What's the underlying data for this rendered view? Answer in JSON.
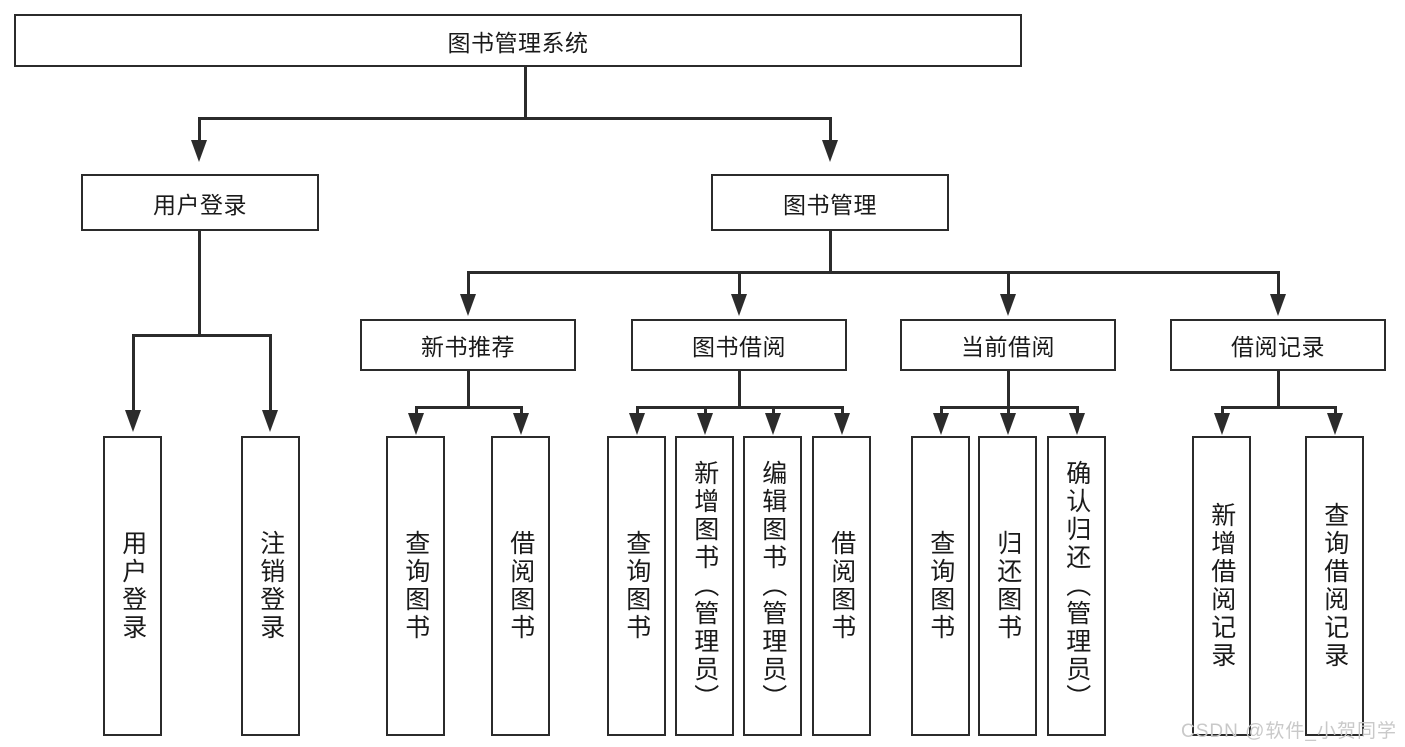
{
  "diagram": {
    "type": "tree-hierarchy",
    "title": "图书管理系统",
    "root": {
      "label": "图书管理系统"
    },
    "level1": [
      {
        "id": "user-login",
        "label": "用户登录"
      },
      {
        "id": "book-management",
        "label": "图书管理"
      }
    ],
    "level2": [
      {
        "id": "new-book-recommend",
        "label": "新书推荐",
        "parent": "book-management"
      },
      {
        "id": "book-borrow",
        "label": "图书借阅",
        "parent": "book-management"
      },
      {
        "id": "current-borrow",
        "label": "当前借阅",
        "parent": "book-management"
      },
      {
        "id": "borrow-record",
        "label": "借阅记录",
        "parent": "book-management"
      }
    ],
    "leaves": [
      {
        "id": "leaf-user-login",
        "label": "用户登录",
        "parent": "user-login"
      },
      {
        "id": "leaf-logout-login",
        "label": "注销登录",
        "parent": "user-login"
      },
      {
        "id": "leaf-query-book-1",
        "label": "查询图书",
        "parent": "new-book-recommend"
      },
      {
        "id": "leaf-borrow-book-1",
        "label": "借阅图书",
        "parent": "new-book-recommend"
      },
      {
        "id": "leaf-query-book-2",
        "label": "查询图书",
        "parent": "book-borrow"
      },
      {
        "id": "leaf-add-book",
        "label": "新增图书（管理员）",
        "parent": "book-borrow"
      },
      {
        "id": "leaf-edit-book",
        "label": "编辑图书（管理员）",
        "parent": "book-borrow"
      },
      {
        "id": "leaf-borrow-book-2",
        "label": "借阅图书",
        "parent": "book-borrow"
      },
      {
        "id": "leaf-query-book-3",
        "label": "查询图书",
        "parent": "current-borrow"
      },
      {
        "id": "leaf-return-book",
        "label": "归还图书",
        "parent": "current-borrow"
      },
      {
        "id": "leaf-confirm-return",
        "label": "确认归还（管理员）",
        "parent": "current-borrow"
      },
      {
        "id": "leaf-add-borrow-record",
        "label": "新增借阅记录",
        "parent": "borrow-record"
      },
      {
        "id": "leaf-query-borrow-record",
        "label": "查询借阅记录",
        "parent": "borrow-record"
      }
    ],
    "colors": {
      "stroke": "#2b2b2b",
      "fill": "#ffffff",
      "text": "#1a1a1a",
      "watermark": "#c9c9c9"
    }
  },
  "watermark": {
    "text": "CSDN @软件_小贺同学"
  }
}
